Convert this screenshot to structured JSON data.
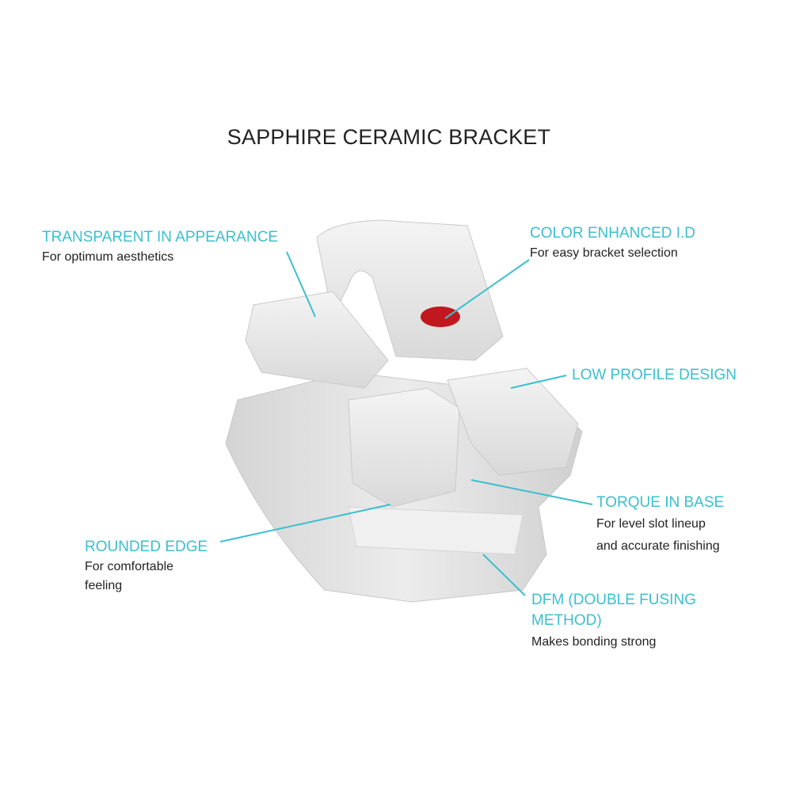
{
  "title": "SAPPHIRE CERAMIC BRACKET",
  "accent_color": "#3bbfcf",
  "id_dot_color": "#c0181e",
  "callouts": [
    {
      "heading": "TRANSPARENT IN APPEARANCE",
      "lines": [
        "For optimum aesthetics"
      ]
    },
    {
      "heading": "COLOR ENHANCED I.D",
      "lines": [
        "For easy bracket selection"
      ]
    },
    {
      "heading": "LOW PROFILE DESIGN",
      "lines": []
    },
    {
      "heading": "TORQUE IN BASE",
      "lines": [
        "For level slot lineup",
        "and accurate finishing"
      ]
    },
    {
      "heading": "ROUNDED EDGE",
      "lines": [
        "For comfortable",
        "feeling"
      ]
    },
    {
      "heading": "DFM (DOUBLE FUSING",
      "heading2": "METHOD)",
      "lines": [
        "Makes bonding strong"
      ]
    }
  ]
}
